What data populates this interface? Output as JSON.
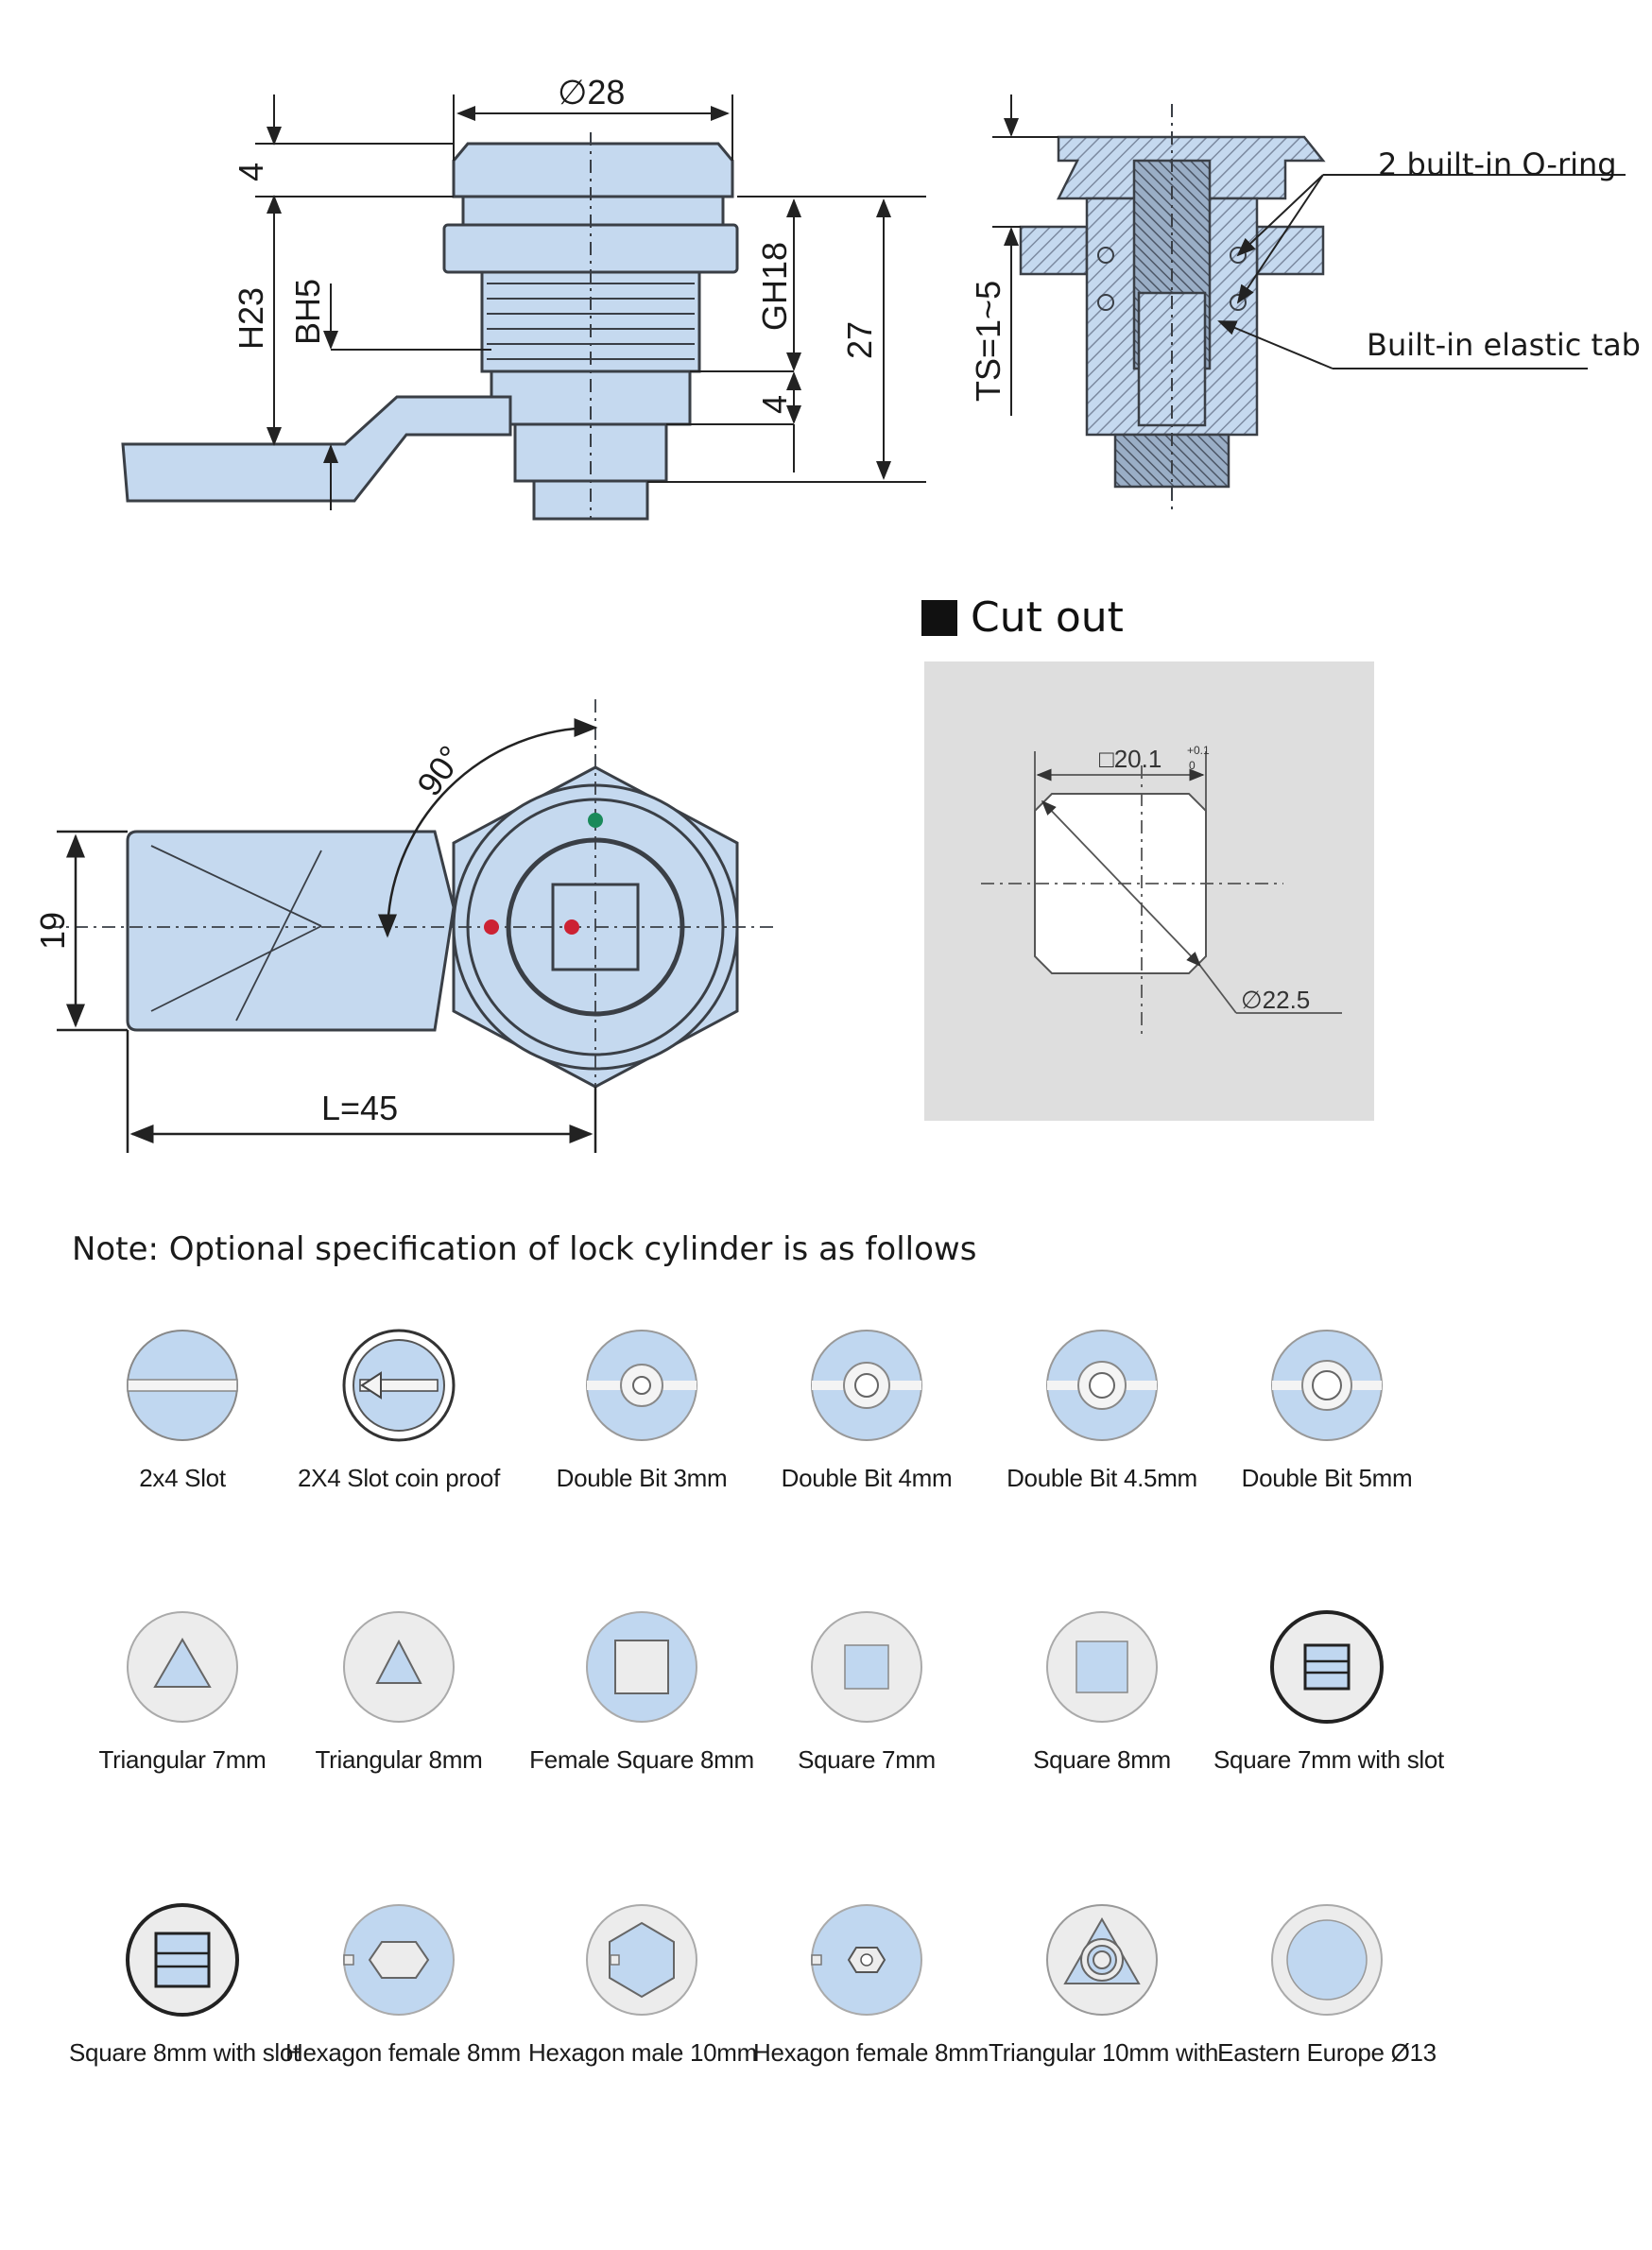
{
  "colors": {
    "part_fill": "#c5d9ef",
    "part_stroke": "#3a3f46",
    "cutout_panel": "#dedede",
    "cylinder_disc": "#e9e9e9",
    "cylinder_accent": "#c0d7f0",
    "green_dot": "#1a8a5a",
    "red_dot": "#cc2233"
  },
  "side_view": {
    "dims": {
      "diameter": "∅28",
      "flange": "4",
      "h23": "H23",
      "bh5": "BH5",
      "gh18": "GH18",
      "lower4": "4",
      "total": "27"
    }
  },
  "section_view": {
    "ts": "TS=1~5",
    "callouts": {
      "oring": "2 built-in O-ring",
      "tab": "Built-in elastic tab"
    }
  },
  "top_view": {
    "dims": {
      "angle": "90°",
      "width": "19",
      "length": "L=45"
    }
  },
  "cutout": {
    "heading": "Cut out",
    "square": "□20.1",
    "tol_upper": "+0.1",
    "tol_lower": "0",
    "diameter": "∅22.5"
  },
  "note": "Note: Optional specification of lock cylinder is as follows",
  "cylinders": [
    {
      "label": "2x4 Slot",
      "icon": "slot-icon"
    },
    {
      "label": "2X4 Slot coin proof",
      "icon": "slot-coin-proof-icon"
    },
    {
      "label": "Double Bit 3mm",
      "icon": "double-bit-icon"
    },
    {
      "label": "Double Bit 4mm",
      "icon": "double-bit-icon"
    },
    {
      "label": "Double Bit 4.5mm",
      "icon": "double-bit-icon"
    },
    {
      "label": "Double Bit 5mm",
      "icon": "double-bit-icon"
    },
    {
      "label": "Triangular 7mm",
      "icon": "triangle-icon"
    },
    {
      "label": "Triangular 8mm",
      "icon": "triangle-icon"
    },
    {
      "label": "Female Square 8mm",
      "icon": "female-square-icon"
    },
    {
      "label": "Square 7mm",
      "icon": "square-icon"
    },
    {
      "label": "Square 8mm",
      "icon": "square-icon"
    },
    {
      "label": "Square 7mm with slot",
      "icon": "square-slot-icon"
    },
    {
      "label": "Square 8mm with slot",
      "icon": "square-slot-icon"
    },
    {
      "label": "Hexagon female 8mm",
      "icon": "hexagon-female-icon"
    },
    {
      "label": "Hexagon male 10mm",
      "icon": "hexagon-male-icon"
    },
    {
      "label": "Hexagon female 8mm",
      "icon": "hexagon-female-small-icon"
    },
    {
      "label": "Triangular 10mm with",
      "icon": "triangular-10-icon"
    },
    {
      "label": "Eastern Europe Ø13",
      "icon": "eastern-europe-icon"
    }
  ]
}
